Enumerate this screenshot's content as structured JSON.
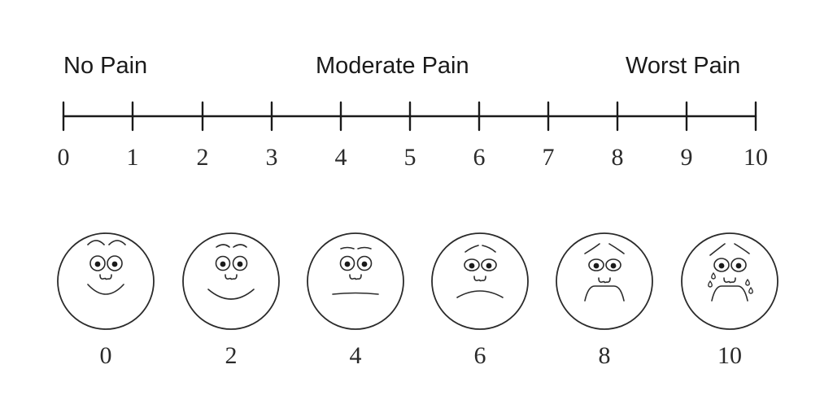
{
  "scale": {
    "labels": {
      "low": "No Pain",
      "mid": "Moderate Pain",
      "high": "Worst Pain"
    },
    "ticks": [
      "0",
      "1",
      "2",
      "3",
      "4",
      "5",
      "6",
      "7",
      "8",
      "9",
      "10"
    ]
  },
  "faces": [
    {
      "value": "0",
      "expression": "big-smile",
      "icon": "happy-face-icon"
    },
    {
      "value": "2",
      "expression": "smile",
      "icon": "slight-smile-face-icon"
    },
    {
      "value": "4",
      "expression": "neutral",
      "icon": "neutral-face-icon"
    },
    {
      "value": "6",
      "expression": "frown",
      "icon": "frown-face-icon"
    },
    {
      "value": "8",
      "expression": "big-frown",
      "icon": "distressed-face-icon"
    },
    {
      "value": "10",
      "expression": "crying",
      "icon": "crying-face-icon"
    }
  ],
  "colors": {
    "line": "#1a1a1a",
    "background": "#ffffff"
  }
}
